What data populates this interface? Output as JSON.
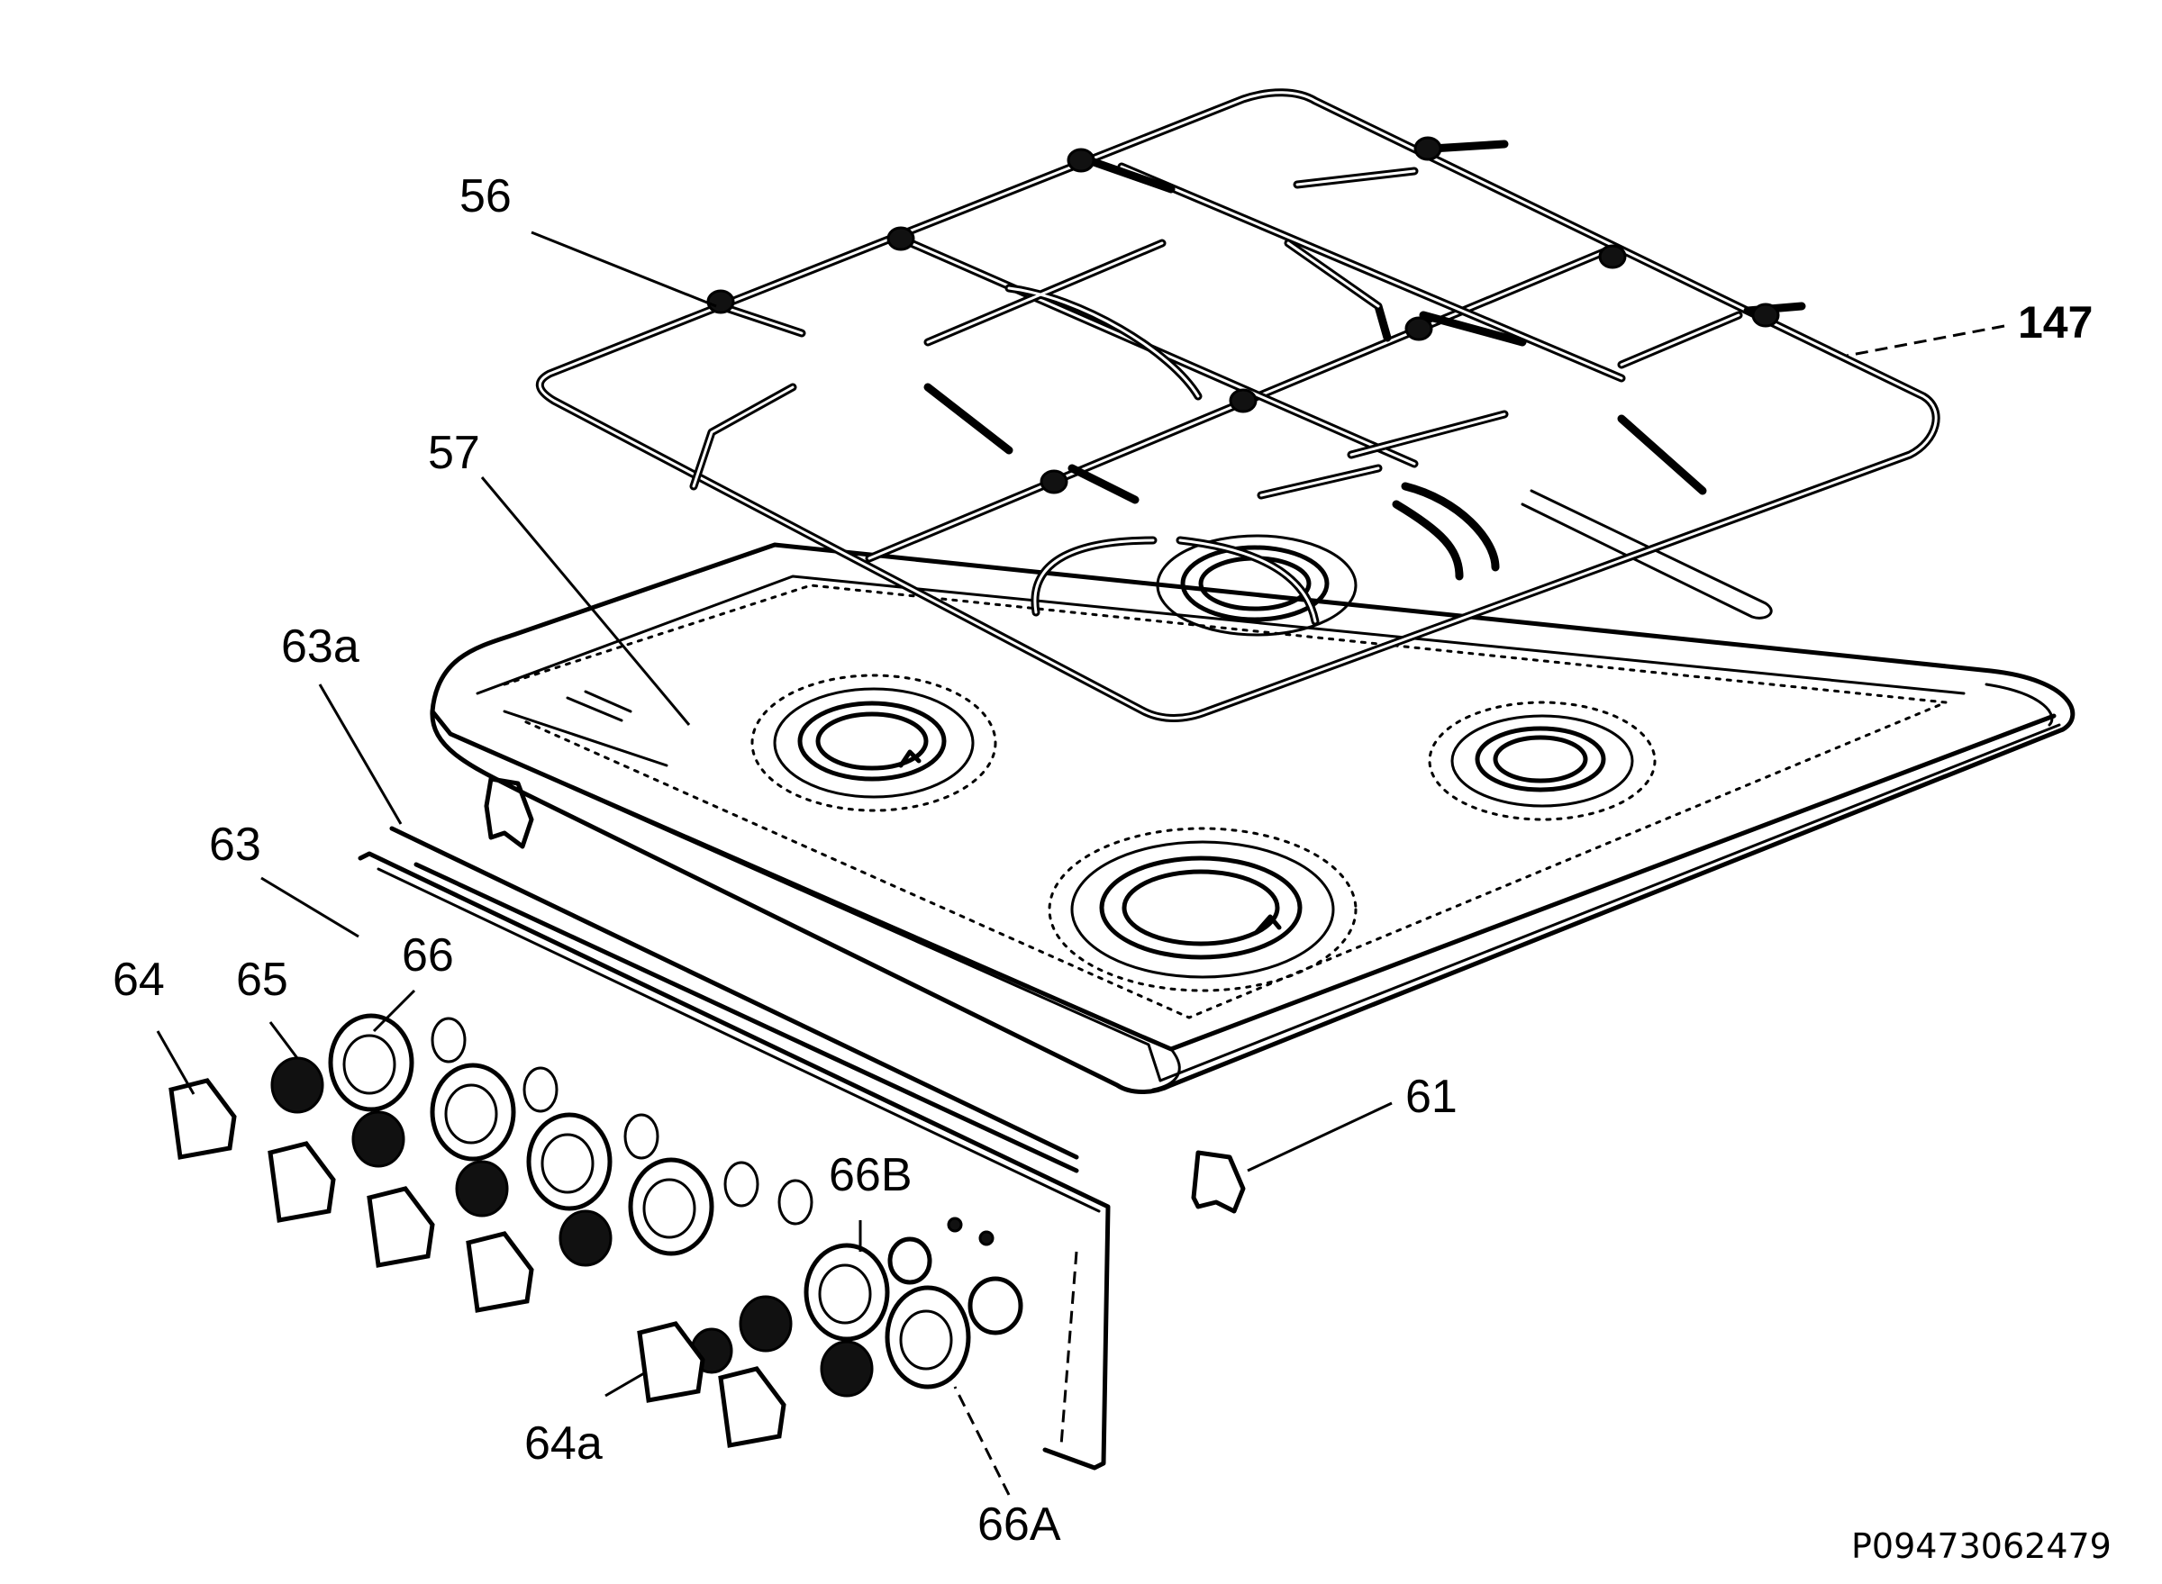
{
  "labels": {
    "l56": "56",
    "l147": "147",
    "l57": "57",
    "l63a": "63a",
    "l63": "63",
    "l64": "64",
    "l65": "65",
    "l66": "66",
    "l61": "61",
    "l66B": "66B",
    "l64a": "64a",
    "l66A": "66A"
  },
  "drawing_code": "P09473062479"
}
